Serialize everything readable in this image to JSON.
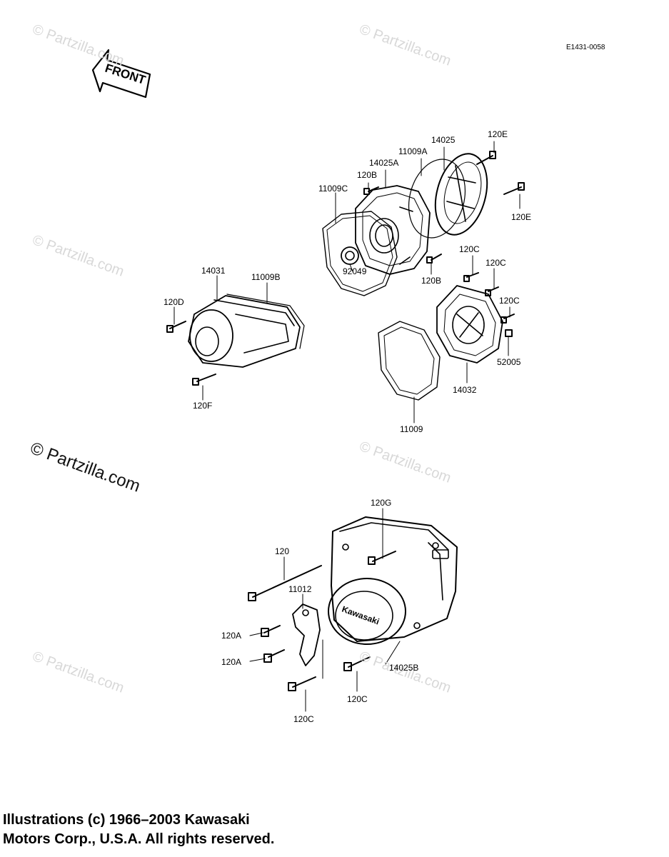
{
  "diagram_code": "E1431-0058",
  "front_arrow_text": "FRONT",
  "watermark": "© Partzilla.com",
  "badge_text": "Kawasaki",
  "labels": {
    "p14025": "14025",
    "p120E_top": "120E",
    "p11009A": "11009A",
    "p14025A": "14025A",
    "p120B_top": "120B",
    "p11009C": "11009C",
    "p120E_right": "120E",
    "p92049": "92049",
    "p120B_mid": "120B",
    "p120C_1": "120C",
    "p120C_2": "120C",
    "p120C_3": "120C",
    "p14031": "14031",
    "p11009B": "11009B",
    "p120D": "120D",
    "p52005": "52005",
    "p14032": "14032",
    "p120F": "120F",
    "p11009": "11009",
    "p120G": "120G",
    "p120": "120",
    "p11012": "11012",
    "p120A_1": "120A",
    "p120A_2": "120A",
    "p14025B": "14025B",
    "p120C_4": "120C",
    "p120C_5": "120C"
  },
  "footer": {
    "line1": "Illustrations (c) 1966–2003 Kawasaki",
    "line2": "Motors Corp., U.S.A.  All rights reserved."
  }
}
